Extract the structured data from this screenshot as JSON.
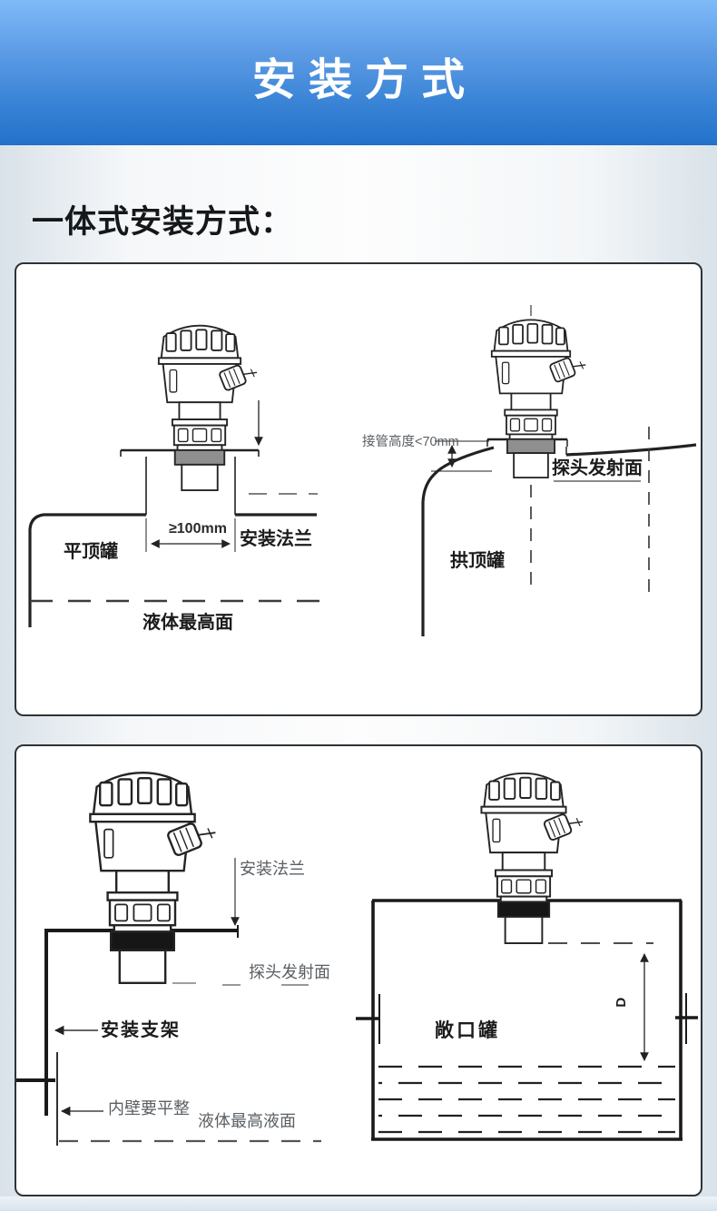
{
  "header": {
    "title": "安装方式"
  },
  "section": {
    "title": "一体式安装方式："
  },
  "panel1": {
    "flat_top": {
      "tank_label": "平顶罐",
      "dim_label": "≥100mm",
      "flange_label": "安装法兰",
      "liquid_label": "液体最高面"
    },
    "dome_top": {
      "pipe_label": "接管高度<70mm",
      "probe_label": "探头发射面",
      "tank_label": "拱顶罐"
    }
  },
  "panel2": {
    "bracket": {
      "flange_label": "安装法兰",
      "probe_label": "探头发射面",
      "bracket_label": "安装支架",
      "wall_label": "内壁要平整",
      "liquid_label": "液体最高液面"
    },
    "open_tank": {
      "tank_label": "敞口罐",
      "depth_label": "D"
    }
  },
  "colors": {
    "banner_top": "#7fbaf8",
    "banner_bottom": "#2473cc",
    "line": "#222222",
    "panel_border": "#2e3338"
  }
}
